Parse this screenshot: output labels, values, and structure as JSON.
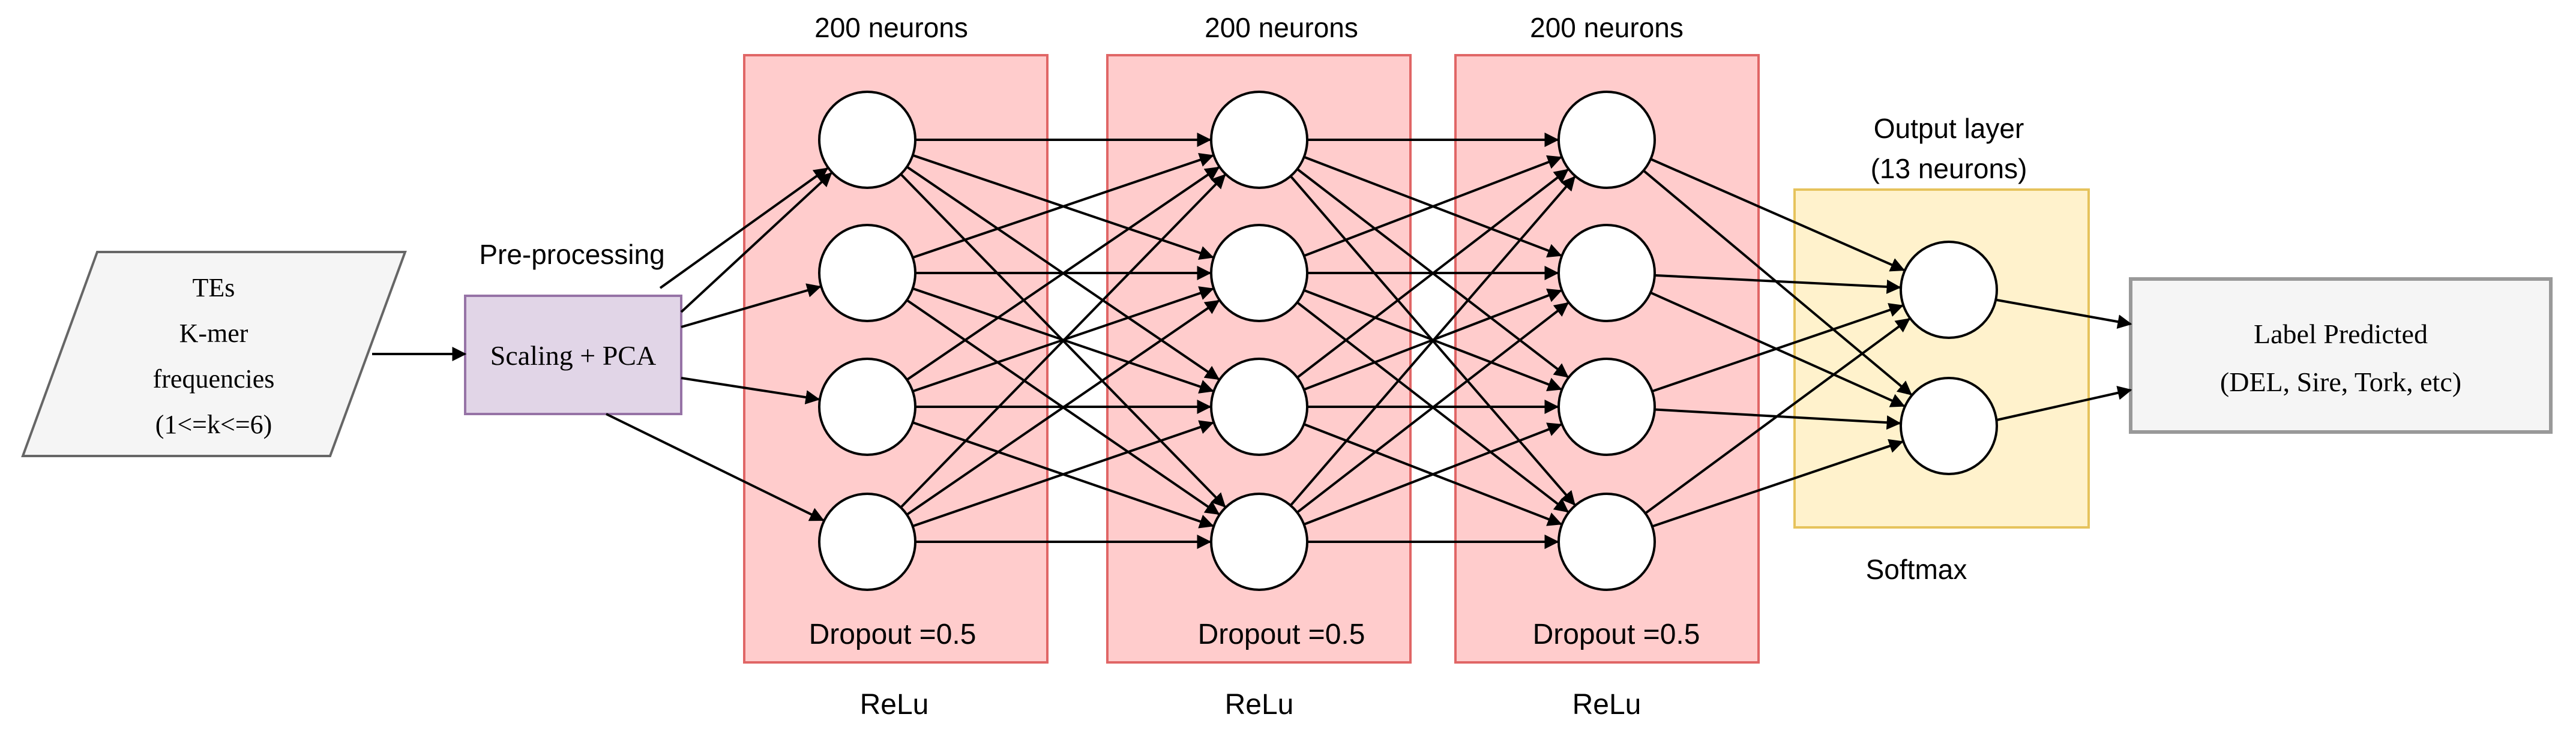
{
  "input_box": {
    "lines": [
      "TEs",
      "K-mer",
      "frequencies",
      "(1<=k<=6)"
    ]
  },
  "preprocess": {
    "title": "Pre-processing",
    "label": "Scaling + PCA"
  },
  "hidden_layers": [
    {
      "neurons_label": "200 neurons",
      "dropout_label": "Dropout =0.5",
      "activation_label": "ReLu"
    },
    {
      "neurons_label": "200 neurons",
      "dropout_label": "Dropout =0.5",
      "activation_label": "ReLu"
    },
    {
      "neurons_label": "200 neurons",
      "dropout_label": "Dropout =0.5",
      "activation_label": "ReLu"
    }
  ],
  "output_layer": {
    "title_line1": "Output layer",
    "title_line2": "(13 neurons)",
    "activation_label": "Softmax"
  },
  "result_box": {
    "line1": "Label Predicted",
    "line2": "(DEL, Sire, Tork, etc)"
  },
  "colors": {
    "hidden_fill": "#ffcccc",
    "hidden_stroke": "#e06666",
    "output_fill": "#fff2cc",
    "output_stroke": "#e6c35c",
    "preprocess_fill": "#e1d5e7",
    "preprocess_stroke": "#9673a6",
    "input_fill": "#f5f5f5",
    "input_stroke": "#666666",
    "result_fill": "#f5f5f5",
    "result_stroke": "#999999"
  }
}
